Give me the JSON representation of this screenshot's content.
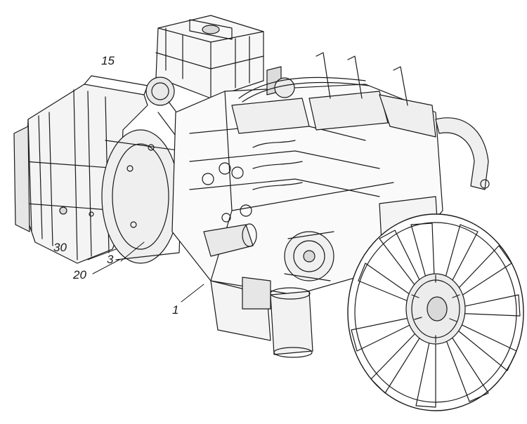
{
  "diagram": {
    "subject": "engine-assembly-line-drawing",
    "callouts": [
      {
        "id": "c15",
        "text": "15"
      },
      {
        "id": "c30",
        "text": "30"
      },
      {
        "id": "c3",
        "text": "3"
      },
      {
        "id": "c20",
        "text": "20"
      },
      {
        "id": "c1",
        "text": "1"
      }
    ]
  },
  "colors": {
    "background": "#ffffff",
    "line": "#1a1a1a",
    "shade": "#d9d9d9"
  }
}
